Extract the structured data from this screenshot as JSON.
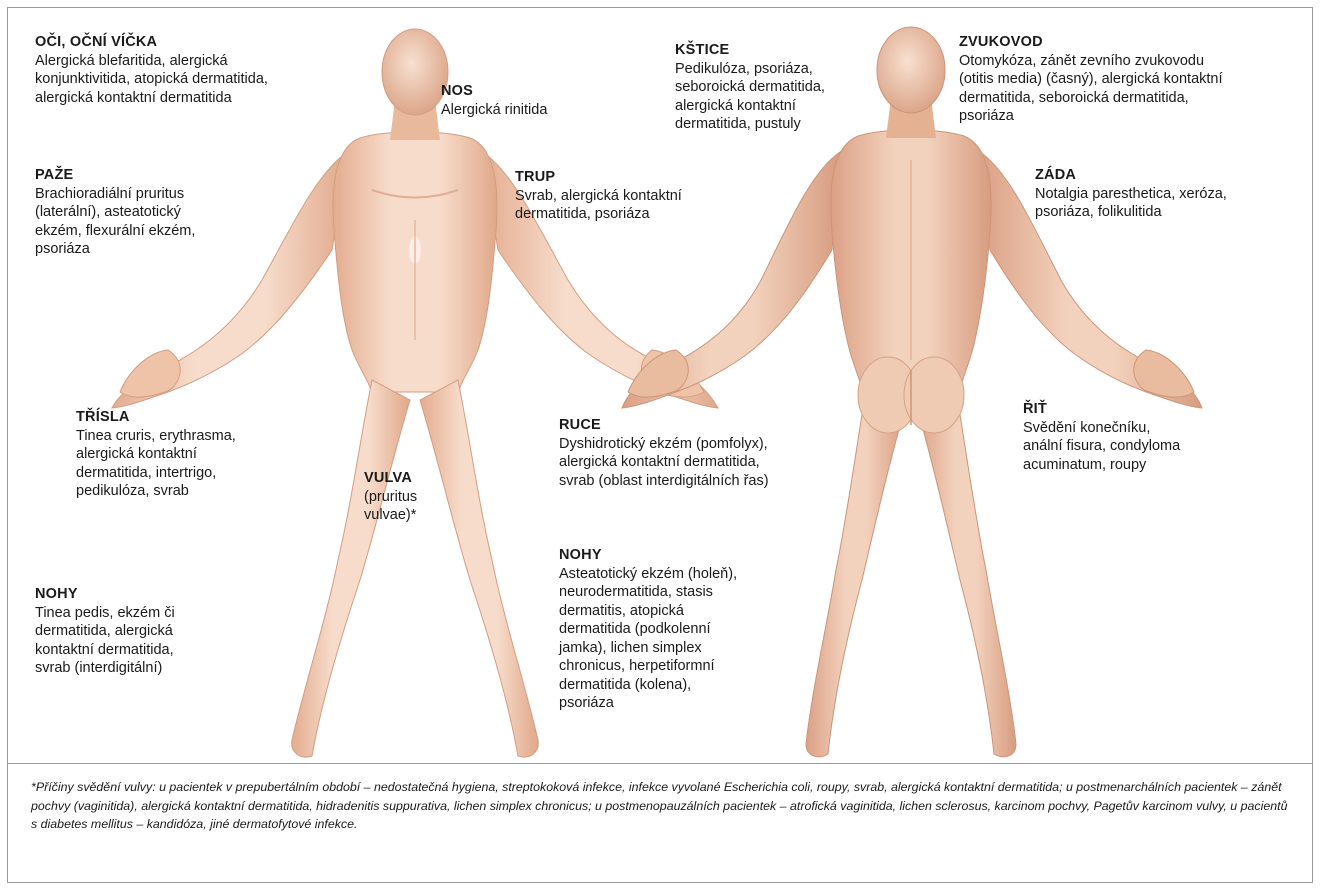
{
  "regions": {
    "oci": {
      "heading": "OČI, OČNÍ VÍČKA",
      "text": "Alergická blefaritida, alergická\nkonjunktivitida, atopická dermatitida,\nalergická kontaktní dermatitida"
    },
    "nos": {
      "heading": "NOS",
      "text": "Alergická rinitida"
    },
    "paze": {
      "heading": "PAŽE",
      "text": "Brachioradiální pruritus\n(laterální), asteatotický\nekzém, flexurální ekzém,\npsoriáza"
    },
    "trup": {
      "heading": "TRUP",
      "text": "Svrab, alergická kontaktní\ndermatitida, psoriáza"
    },
    "trisla": {
      "heading": "TŘÍSLA",
      "text": "Tinea cruris, erythrasma,\nalergická kontaktní\ndermatitida, intertrigo,\npedikulóza, svrab"
    },
    "vulva": {
      "heading": "VULVA",
      "text": "(pruritus\nvulvae)*"
    },
    "nohy_front": {
      "heading": "NOHY",
      "text": "Tinea pedis, ekzém či\ndermatitida, alergická\nkontaktní dermatitida,\nsvrab (interdigitální)"
    },
    "kstice": {
      "heading": "KŠTICE",
      "text": "Pedikulóza, psoriáza,\nseboroická dermatitida,\nalergická kontaktní\ndermatitida, pustuly"
    },
    "zvukovod": {
      "heading": "ZVUKOVOD",
      "text": "Otomykóza, zánět zevního zvukovodu\n(otitis media) (časný), alergická kontaktní\ndermatitida, seboroická dermatitida,\npsoriáza"
    },
    "zada": {
      "heading": "ZÁDA",
      "text": "Notalgia paresthetica, xeróza,\npsoriáza, folikulitida"
    },
    "ruce": {
      "heading": "RUCE",
      "text": "Dyshidrotický ekzém (pomfolyx),\nalergická kontaktní dermatitida,\nsvrab (oblast interdigitálních řas)"
    },
    "rit": {
      "heading": "ŘIŤ",
      "text": "Svědění konečníku,\nanální fisura, condyloma\nacuminatum, roupy"
    },
    "nohy_back": {
      "heading": "NOHY",
      "text": "Asteatotický ekzém (holeň),\nneurodermatitida, stasis\ndermatitis, atopická\ndermatitida (podkolenní\njamka), lichen simplex\nchronicus, herpetiformní\ndermatitida (kolena),\npsoriáza"
    }
  },
  "footnote": "*Příčiny svědění vulvy: u pacientek v prepubertálním období – nedostatečná hygiena, streptokoková infekce, infekce vyvolané Escherichia coli, roupy, svrab, alergická kontaktní dermatitida; u postmenarchálních pacientek – zánět pochvy (vaginitida), alergická kontaktní dermatitida, hidradenitis suppurativa, lichen simplex chronicus; u postmenopauzálních pacientek – atrofická vaginitida, lichen sclerosus, karcinom pochvy, Pagetův karcinom vulvy, u pacientů s diabetes mellitus – kandidóza, jiné dermatofytové infekce.",
  "colors": {
    "skin_light": "#f6d9c6",
    "skin_mid": "#ecc0a5",
    "skin_shadow": "#d9a085",
    "border": "#9a9a9a"
  }
}
